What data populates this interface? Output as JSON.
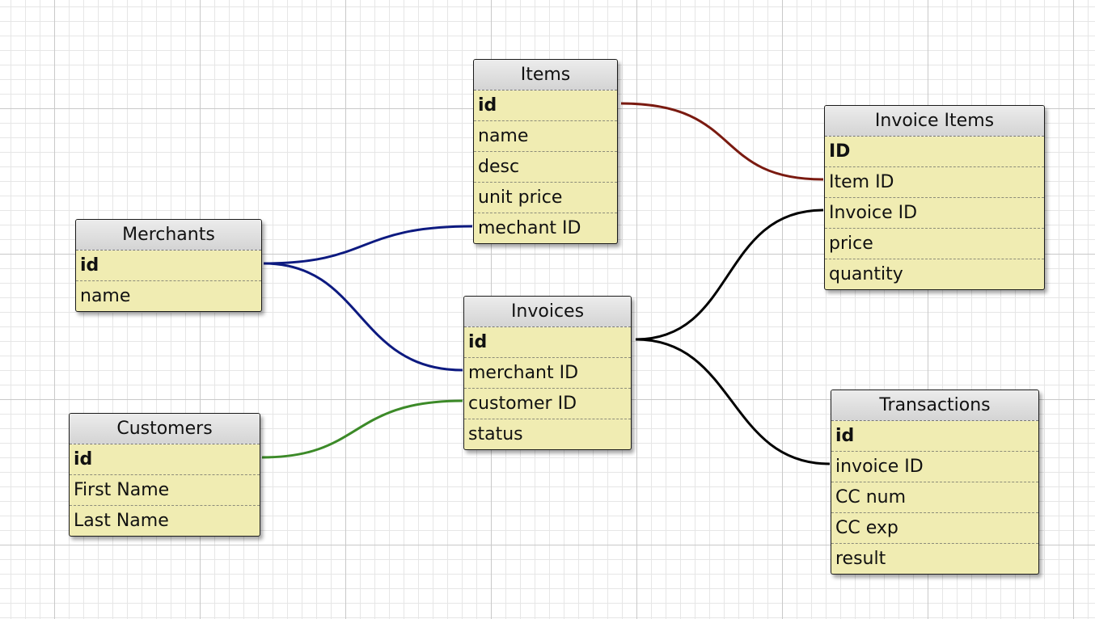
{
  "tables": {
    "items": {
      "title": "Items",
      "fields": [
        "id",
        "name",
        "desc",
        "unit price",
        "mechant ID"
      ]
    },
    "invoice_items": {
      "title": "Invoice Items",
      "fields": [
        "ID",
        "Item ID",
        "Invoice ID",
        "price",
        "quantity"
      ]
    },
    "merchants": {
      "title": "Merchants",
      "fields": [
        "id",
        "name"
      ]
    },
    "invoices": {
      "title": "Invoices",
      "fields": [
        "id",
        "merchant ID",
        "customer ID",
        "status"
      ]
    },
    "customers": {
      "title": "Customers",
      "fields": [
        "id",
        "First Name",
        "Last Name"
      ]
    },
    "transactions": {
      "title": "Transactions",
      "fields": [
        "id",
        "invoice ID",
        "CC num",
        "CC exp",
        "result"
      ]
    }
  },
  "relationships": [
    {
      "from": "Items.id",
      "to": "Invoice Items.Item ID",
      "color": "#7a1a10"
    },
    {
      "from": "Merchants.id",
      "to": "Items.mechant ID",
      "color": "#0d1a80"
    },
    {
      "from": "Merchants.id",
      "to": "Invoices.merchant ID",
      "color": "#0d1a80"
    },
    {
      "from": "Customers.id",
      "to": "Invoices.customer ID",
      "color": "#3c8a28"
    },
    {
      "from": "Invoices.id",
      "to": "Invoice Items.Invoice ID",
      "color": "#000000"
    },
    {
      "from": "Invoices.id",
      "to": "Transactions.invoice ID",
      "color": "#000000"
    }
  ]
}
